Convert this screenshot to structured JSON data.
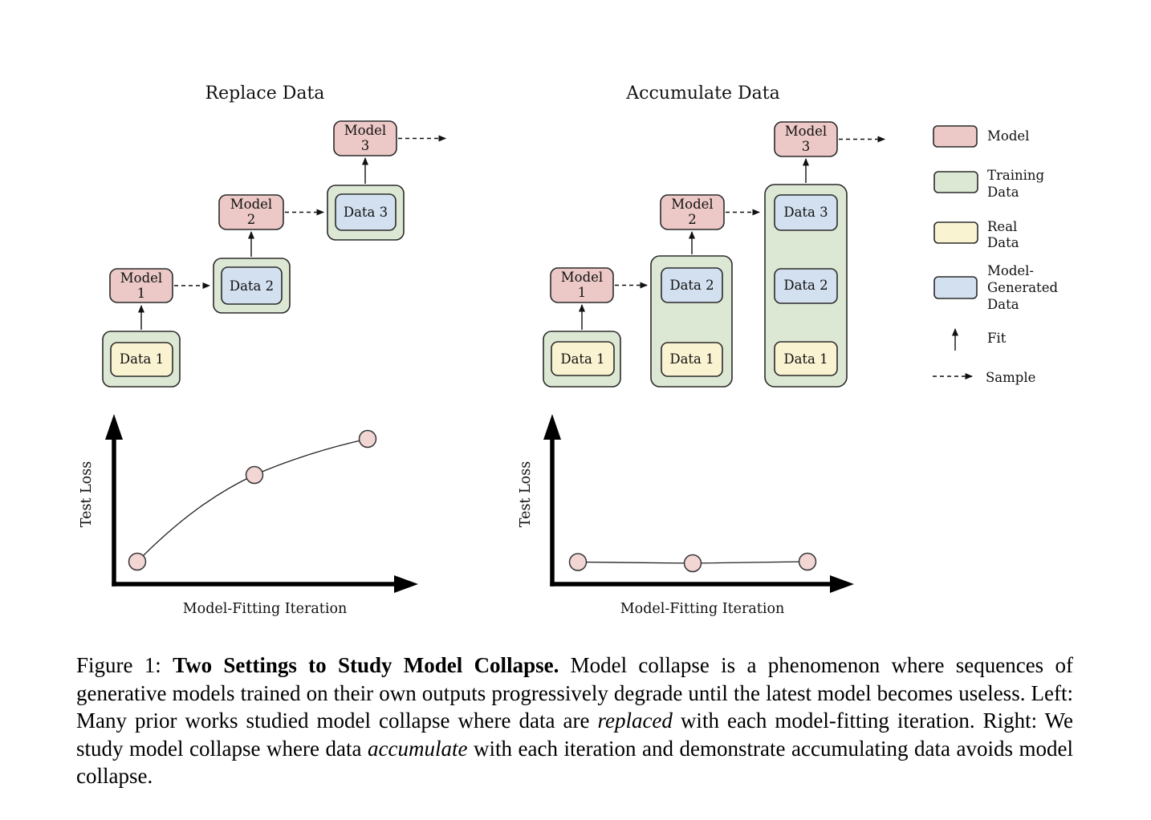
{
  "figure": {
    "left_diagram": {
      "title": "Replace Data",
      "steps": [
        {
          "model_line1": "Model",
          "model_line2": "1",
          "data_label": "Data 1",
          "data_type": "real"
        },
        {
          "model_line1": "Model",
          "model_line2": "2",
          "data_label": "Data 2",
          "data_type": "model-generated"
        },
        {
          "model_line1": "Model",
          "model_2": "",
          "model_line2": "3",
          "data_label": "Data 3",
          "data_type": "model-generated"
        }
      ]
    },
    "right_diagram": {
      "title": "Accumulate Data",
      "models": [
        {
          "line1": "Model",
          "line2": "1"
        },
        {
          "line1": "Model",
          "line2": "2"
        },
        {
          "line1": "Model",
          "line2": "3"
        }
      ],
      "columns": [
        {
          "boxes": [
            {
              "label": "Data 1",
              "type": "real"
            }
          ]
        },
        {
          "boxes": [
            {
              "label": "Data 2",
              "type": "model-generated"
            },
            {
              "label": "Data 1",
              "type": "real"
            }
          ]
        },
        {
          "boxes": [
            {
              "label": "Data 3",
              "type": "model-generated"
            },
            {
              "label": "Data 2",
              "type": "model-generated"
            },
            {
              "label": "Data 1",
              "type": "real"
            }
          ]
        }
      ]
    },
    "legend": {
      "items": [
        {
          "swatch": "model",
          "lines": [
            "Model"
          ]
        },
        {
          "swatch": "training-data",
          "lines": [
            "Training",
            "Data"
          ]
        },
        {
          "swatch": "real-data",
          "lines": [
            "Real",
            "Data"
          ]
        },
        {
          "swatch": "model-generated-data",
          "lines": [
            "Model-",
            "Generated",
            "Data"
          ]
        },
        {
          "swatch": "fit-arrow",
          "lines": [
            "Fit"
          ]
        },
        {
          "swatch": "sample-arrow",
          "lines": [
            "Sample"
          ]
        }
      ]
    },
    "plots": {
      "left": {
        "ylabel": "Test Loss",
        "xlabel": "Model-Fitting Iteration"
      },
      "right": {
        "ylabel": "Test Loss",
        "xlabel": "Model-Fitting Iteration"
      }
    },
    "caption": {
      "prefix": "Figure 1: ",
      "bold": "Two Settings to Study Model Collapse.",
      "body1": " Model collapse is a phenomenon where sequences of generative models trained on their own outputs progressively degrade until the latest model becomes useless. Left: Many prior works studied model collapse where data are ",
      "italic1": "replaced",
      "body2": " with each model-fitting iteration. Right: We study model collapse where data ",
      "italic2": "accumulate",
      "body3": " with each iteration and demonstrate accumulating data avoids model collapse."
    }
  },
  "colors": {
    "model_fill": "#ecc9c6",
    "training_data_fill": "#dde8d4",
    "real_data_fill": "#faf3d2",
    "model_generated_fill": "#d3e0f0",
    "stroke": "#2b2b2b",
    "plot_point_fill": "#f1d6d3"
  },
  "chart_data": [
    {
      "type": "line",
      "panel": "Replace Data (left)",
      "xlabel": "Model-Fitting Iteration",
      "ylabel": "Test Loss",
      "x": [
        1,
        2,
        3
      ],
      "y_qualitative": [
        0.15,
        0.7,
        0.93
      ],
      "axis_ticks": "none",
      "grid": false,
      "legend_position": "none",
      "note": "test loss rises with each model-fitting iteration (model collapse)"
    },
    {
      "type": "line",
      "panel": "Accumulate Data (right)",
      "xlabel": "Model-Fitting Iteration",
      "ylabel": "Test Loss",
      "x": [
        1,
        2,
        3
      ],
      "y_qualitative": [
        0.15,
        0.14,
        0.15
      ],
      "axis_ticks": "none",
      "grid": false,
      "legend_position": "none",
      "note": "test loss stays flat across iterations (no collapse)"
    }
  ]
}
